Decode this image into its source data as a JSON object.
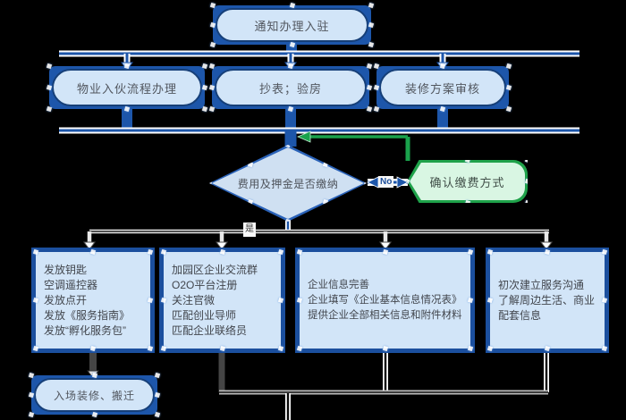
{
  "colors": {
    "background": "#000000",
    "node_fill": "#d2e5f8",
    "node_border": "#1d56aa",
    "diamond_fill": "#cfe0f2",
    "green_fill": "#d9f6e3",
    "green_border": "#1fa24a",
    "connector_blue": "#1d56aa",
    "connector_green": "#1aa24c"
  },
  "flowchart": {
    "start": {
      "label": "通知办理入驻"
    },
    "row2": [
      {
        "label": "物业入伙流程办理"
      },
      {
        "label": "抄表；验房"
      },
      {
        "label": "装修方案审核"
      }
    ],
    "decision": {
      "label": "费用及押金是否缴纳"
    },
    "confirm": {
      "label": "确认缴费方式"
    },
    "labels": {
      "no": "No",
      "yes": "是"
    },
    "boxes": [
      {
        "lines": [
          "发放钥匙",
          "空调遥控器",
          "发放点开",
          "发放《服务指南》",
          "发放“孵化服务包”"
        ]
      },
      {
        "lines": [
          "加园区企业交流群",
          "O2O平台注册",
          "关注官微",
          "匹配创业导师",
          "匹配企业联络员"
        ]
      },
      {
        "lines": [
          "企业信息完善",
          "企业填写《企业基本信息情况表》",
          "提供企业全部相关信息和附件材料"
        ]
      },
      {
        "lines": [
          "初次建立服务沟通",
          "了解周边生活、商业",
          "配套信息"
        ]
      }
    ],
    "end": {
      "label": "入场装修、搬迁"
    }
  }
}
